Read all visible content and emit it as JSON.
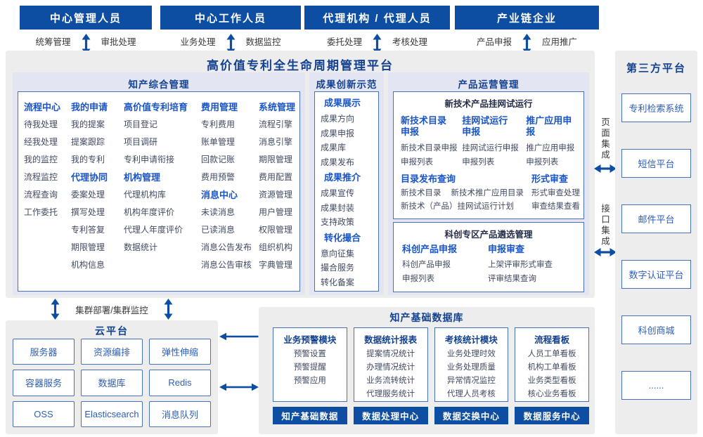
{
  "palette": {
    "dark_blue": "#0d4da2",
    "bright_blue": "#1a55c6",
    "navy": "#14418f",
    "item_text": "#414b61",
    "box_text_blue": "#2d5eb5",
    "panel_gray": "#ededee",
    "section_lavender": "#e3e6f2",
    "box_border": "#4a71b8"
  },
  "roles": [
    {
      "title": "中心管理人员",
      "left_label": "统筹管理",
      "right_label": "审批处理"
    },
    {
      "title": "中心工作人员",
      "left_label": "业务处理",
      "right_label": "数据监控"
    },
    {
      "title": "代理机构 / 代理人员",
      "left_label": "委托处理",
      "right_label": "考核处理"
    },
    {
      "title": "产业链企业",
      "left_label": "产品申报",
      "right_label": "应用推广"
    }
  ],
  "platform": {
    "title": "高价值专利全生命周期管理平台",
    "sections": [
      {
        "title": "知产综合管理",
        "columns": [
          {
            "entries": [
              {
                "cls": "hdr",
                "label": "流程中心"
              },
              {
                "cls": "itm",
                "label": "待我处理"
              },
              {
                "cls": "itm",
                "label": "经我处理"
              },
              {
                "cls": "itm",
                "label": "我的监控"
              },
              {
                "cls": "itm",
                "label": "流程监控"
              },
              {
                "cls": "itm",
                "label": "流程查询"
              },
              {
                "cls": "itm",
                "label": "工作委托"
              }
            ]
          },
          {
            "entries": [
              {
                "cls": "hdr",
                "label": "我的申请"
              },
              {
                "cls": "itm",
                "label": "我的提案"
              },
              {
                "cls": "itm",
                "label": "提案跟踪"
              },
              {
                "cls": "itm",
                "label": "我的专利"
              },
              {
                "cls": "hdr",
                "label": "代理协同"
              },
              {
                "cls": "itm",
                "label": "委案处理"
              },
              {
                "cls": "itm",
                "label": "撰写处理"
              },
              {
                "cls": "itm",
                "label": "专利答复"
              },
              {
                "cls": "itm",
                "label": "期限管理"
              },
              {
                "cls": "itm",
                "label": "机构信息"
              }
            ]
          },
          {
            "entries": [
              {
                "cls": "hdr",
                "label": "高价值专利培育"
              },
              {
                "cls": "itm",
                "label": "项目登记"
              },
              {
                "cls": "itm",
                "label": "项目调研"
              },
              {
                "cls": "itm",
                "label": "专利申请衔接"
              },
              {
                "cls": "hdr",
                "label": "机构管理"
              },
              {
                "cls": "itm",
                "label": "代理机构库"
              },
              {
                "cls": "itm",
                "label": "机构年度评价"
              },
              {
                "cls": "itm",
                "label": "代理人年度评价"
              },
              {
                "cls": "itm",
                "label": "数据统计"
              }
            ]
          },
          {
            "entries": [
              {
                "cls": "hdr",
                "label": "费用管理"
              },
              {
                "cls": "itm",
                "label": "专利费用"
              },
              {
                "cls": "itm",
                "label": "账单管理"
              },
              {
                "cls": "itm",
                "label": "回款记账"
              },
              {
                "cls": "itm",
                "label": "费用预警"
              },
              {
                "cls": "hdr",
                "label": "消息中心"
              },
              {
                "cls": "itm",
                "label": "未读消息"
              },
              {
                "cls": "itm",
                "label": "已读消息"
              },
              {
                "cls": "itm",
                "label": "消息公告发布"
              },
              {
                "cls": "itm",
                "label": "消息公告审核"
              }
            ]
          },
          {
            "entries": [
              {
                "cls": "hdr",
                "label": "系统管理"
              },
              {
                "cls": "itm",
                "label": "流程引擎"
              },
              {
                "cls": "itm",
                "label": "消息引擎"
              },
              {
                "cls": "itm",
                "label": "期限管理"
              },
              {
                "cls": "itm",
                "label": "费用配置"
              },
              {
                "cls": "itm",
                "label": "资源管理"
              },
              {
                "cls": "itm",
                "label": "用户管理"
              },
              {
                "cls": "itm",
                "label": "权限管理"
              },
              {
                "cls": "itm",
                "label": "组织机构"
              },
              {
                "cls": "itm",
                "label": "字典管理"
              }
            ]
          }
        ]
      },
      {
        "title": "成果创新示范",
        "entries": [
          {
            "cls": "hdr",
            "label": "成果展示"
          },
          {
            "cls": "itm",
            "label": "成果方向"
          },
          {
            "cls": "itm",
            "label": "成果申报"
          },
          {
            "cls": "itm",
            "label": "成果库"
          },
          {
            "cls": "itm",
            "label": "成果发布"
          },
          {
            "cls": "hdr",
            "label": "成果推介"
          },
          {
            "cls": "itm",
            "label": "成果宣传"
          },
          {
            "cls": "itm",
            "label": "成果封装"
          },
          {
            "cls": "itm",
            "label": "支持政策"
          },
          {
            "cls": "hdr",
            "label": "转化撮合"
          },
          {
            "cls": "itm",
            "label": "意向征集"
          },
          {
            "cls": "itm",
            "label": "撮合服务"
          },
          {
            "cls": "itm",
            "label": "转化备案"
          }
        ]
      },
      {
        "title": "产品运营管理",
        "subboxes": [
          {
            "title": "新技术产品挂网试运行",
            "columns": [
              {
                "header": "新技术目录申报",
                "items": [
                  "新技术目录申报",
                  "申报列表"
                ]
              },
              {
                "header": "挂网试运行申报",
                "items": [
                  "挂网试运行申报",
                  "申报列表"
                ]
              },
              {
                "header": "推广应用申报",
                "items": [
                  "推广应用申报",
                  "申报列表"
                ]
              }
            ],
            "groups": [
              {
                "header": "目录发布查询",
                "lines": [
                  [
                    "新技术目录",
                    "新技术推广应用目录"
                  ],
                  [
                    "新技术（产品）挂网试运行计划"
                  ]
                ]
              },
              {
                "header": "形式审查",
                "lines": [
                  [
                    "形式审查处理"
                  ],
                  [
                    "审查结果查看"
                  ]
                ]
              }
            ]
          },
          {
            "title": "科创专区产品遴选管理",
            "columns": [
              {
                "header": "科创产品申报",
                "items": [
                  "科创产品申报",
                  "申报列表"
                ]
              },
              {
                "header": "申报审查",
                "items": [
                  "上架评审形式审查",
                  "评审结果查询"
                ]
              }
            ]
          }
        ]
      }
    ]
  },
  "integration": {
    "page_label": "页面集成",
    "api_label": "接口集成"
  },
  "cluster_label": "集群部署/集群监控",
  "cloud": {
    "title": "云平台",
    "items": [
      "服务器",
      "资源编排",
      "弹性伸缩",
      "容器服务",
      "数据库",
      "Redis",
      "OSS",
      "Elasticsearch",
      "消息队列"
    ]
  },
  "database": {
    "title": "知产基础数据库",
    "columns": [
      {
        "header": "业务预警模块",
        "items": [
          "预警设置",
          "预警提醒",
          "预警应用"
        ],
        "bar": "知产基础数据"
      },
      {
        "header": "数据统计报表",
        "items": [
          "提案情况统计",
          "办理情况统计",
          "业务流转统计",
          "代理服务统计"
        ],
        "bar": "数据处理中心"
      },
      {
        "header": "考核统计模块",
        "items": [
          "业务处理时效",
          "业务处理质量",
          "异常情况监控",
          "代理人员考核"
        ],
        "bar": "数据交换中心"
      },
      {
        "header": "流程看板",
        "items": [
          "人员工单看板",
          "机构工单看板",
          "业务类型看板",
          "核心业务看板"
        ],
        "bar": "数据服务中心"
      }
    ]
  },
  "third_party": {
    "title": "第三方平台",
    "items": [
      "专利检索系统",
      "短信平台",
      "邮件平台",
      "数字认证平台",
      "科创商城",
      "......"
    ]
  }
}
